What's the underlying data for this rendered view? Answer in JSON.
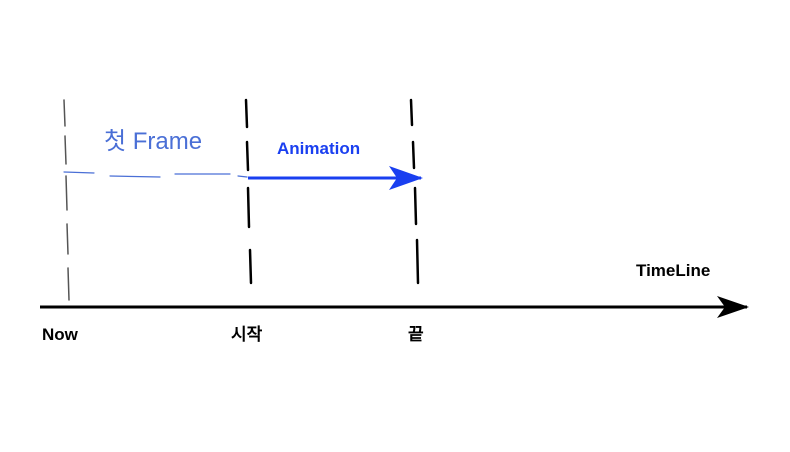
{
  "timeline": {
    "axis_label": "TimeLine",
    "markers": [
      {
        "label": "Now"
      },
      {
        "label": "시작"
      },
      {
        "label": "끝"
      }
    ]
  },
  "first_frame": {
    "label": "첫 Frame"
  },
  "animation": {
    "label": "Animation"
  },
  "colors": {
    "axis": "#000000",
    "first_frame": "#4a6fd6",
    "animation": "#1a3ff0"
  }
}
